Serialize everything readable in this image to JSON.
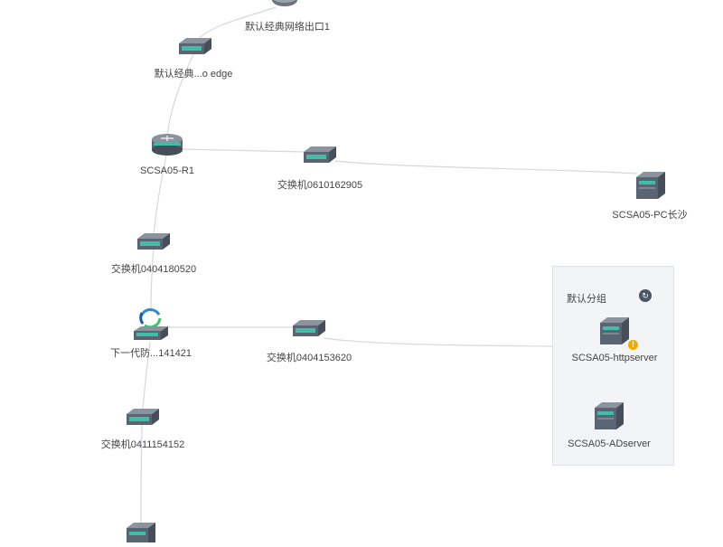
{
  "topology": {
    "nodes": [
      {
        "id": "wan-exit",
        "type": "gateway-icon",
        "label": "默认经典网络出口1"
      },
      {
        "id": "edge",
        "type": "switch-icon",
        "label": "默认经典...o edge"
      },
      {
        "id": "r1",
        "type": "router-icon",
        "label": "SCSA05-R1"
      },
      {
        "id": "sw0610",
        "type": "switch-icon",
        "label": "交换机0610162905"
      },
      {
        "id": "pc",
        "type": "server-icon",
        "label": "SCSA05-PC长沙"
      },
      {
        "id": "sw0404a",
        "type": "switch-icon",
        "label": "交换机0404180520"
      },
      {
        "id": "ngfw",
        "type": "firewall-icon",
        "label": "下一代防...141421"
      },
      {
        "id": "sw0404b",
        "type": "switch-icon",
        "label": "交换机0404153620"
      },
      {
        "id": "http",
        "type": "server-icon",
        "label": "SCSA05-httpserver",
        "warning": true
      },
      {
        "id": "ad",
        "type": "server-icon",
        "label": "SCSA05-ADserver"
      },
      {
        "id": "sw0411",
        "type": "switch-icon",
        "label": "交换机0411154152"
      },
      {
        "id": "bottom",
        "type": "switch-icon",
        "label": ""
      }
    ],
    "group": {
      "title": "默认分组",
      "toggle_glyph": "↻",
      "warning_glyph": "!"
    },
    "colors": {
      "device_body": "#5a6472",
      "device_top": "#8b949e",
      "accent": "#3fbfa8",
      "link": "#d4d8dc"
    }
  }
}
